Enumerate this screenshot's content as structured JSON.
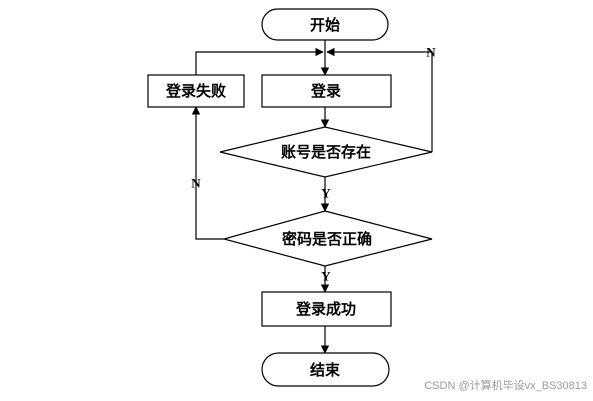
{
  "diagram": {
    "nodes": {
      "start": "开始",
      "login": "登录",
      "login_failed": "登录失败",
      "account_exists": "账号是否存在",
      "password_correct": "密码是否正确",
      "login_success": "登录成功",
      "end": "结束"
    },
    "edge_labels": {
      "account_no": "N",
      "account_yes": "Y",
      "password_no": "N",
      "password_yes": "Y"
    }
  },
  "watermark": "CSDN @计算机毕设vx_BS30813"
}
